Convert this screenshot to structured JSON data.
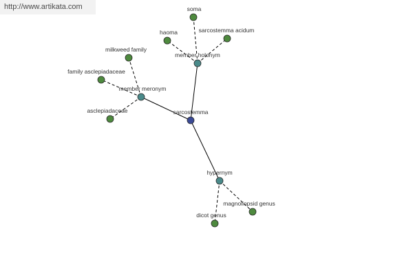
{
  "watermark": "http://www.artikata.com",
  "colors": {
    "root": "#3a4a96",
    "relation": "#4a8a8a",
    "leaf": "#4e8a3e"
  },
  "nodes": [
    {
      "id": "sarcostemma",
      "label": "sarcostemma",
      "kind": "root"
    },
    {
      "id": "member-holonym",
      "label": "member holonym",
      "kind": "relation"
    },
    {
      "id": "member-meronym",
      "label": "member meronym",
      "kind": "relation"
    },
    {
      "id": "hypernym",
      "label": "hypernym",
      "kind": "relation"
    },
    {
      "id": "soma",
      "label": "soma",
      "kind": "leaf"
    },
    {
      "id": "haoma",
      "label": "haoma",
      "kind": "leaf"
    },
    {
      "id": "sarcostemma-acidum",
      "label": "sarcostemma acidum",
      "kind": "leaf"
    },
    {
      "id": "milkweed-family",
      "label": "milkweed family",
      "kind": "leaf"
    },
    {
      "id": "family-asclepiadaceae",
      "label": "family asclepiadaceae",
      "kind": "leaf"
    },
    {
      "id": "asclepiadaceae",
      "label": "asclepiadaceae",
      "kind": "leaf"
    },
    {
      "id": "dicot-genus",
      "label": "dicot genus",
      "kind": "leaf"
    },
    {
      "id": "magnoliopsid-genus",
      "label": "magnoliopsid genus",
      "kind": "leaf"
    }
  ],
  "edges": [
    {
      "from": "sarcostemma",
      "to": "member-holonym",
      "style": "solid"
    },
    {
      "from": "sarcostemma",
      "to": "member-meronym",
      "style": "solid"
    },
    {
      "from": "sarcostemma",
      "to": "hypernym",
      "style": "solid"
    },
    {
      "from": "member-holonym",
      "to": "soma",
      "style": "dashed"
    },
    {
      "from": "member-holonym",
      "to": "haoma",
      "style": "dashed"
    },
    {
      "from": "member-holonym",
      "to": "sarcostemma-acidum",
      "style": "dashed"
    },
    {
      "from": "member-meronym",
      "to": "milkweed-family",
      "style": "dashed"
    },
    {
      "from": "member-meronym",
      "to": "family-asclepiadaceae",
      "style": "dashed"
    },
    {
      "from": "member-meronym",
      "to": "asclepiadaceae",
      "style": "dashed"
    },
    {
      "from": "hypernym",
      "to": "dicot-genus",
      "style": "dashed"
    },
    {
      "from": "hypernym",
      "to": "magnoliopsid-genus",
      "style": "dashed"
    }
  ]
}
